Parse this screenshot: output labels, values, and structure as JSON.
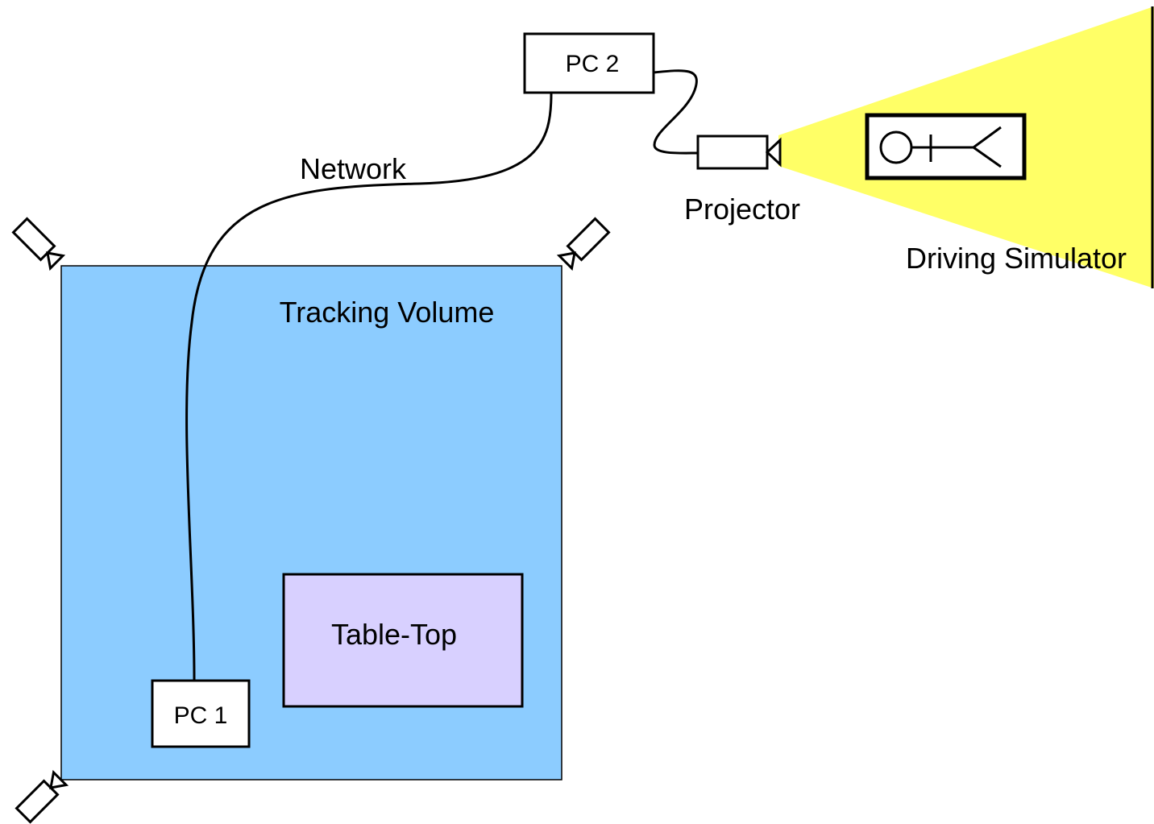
{
  "labels": {
    "pc2": "PC 2",
    "pc1": "PC 1",
    "network": "Network",
    "projector": "Projector",
    "driving_simulator": "Driving Simulator",
    "tracking_volume": "Tracking Volume",
    "table_top": "Table-Top"
  },
  "colors": {
    "tracking_volume_fill": "#8cccff",
    "table_top_fill": "#d8d0ff",
    "projection_beam": "#ffff66",
    "box_fill": "#ffffff",
    "stroke": "#000000"
  },
  "icons": {
    "tracking_camera": "camera-icon",
    "projector": "projector-icon",
    "driver": "stick-figure-icon"
  }
}
